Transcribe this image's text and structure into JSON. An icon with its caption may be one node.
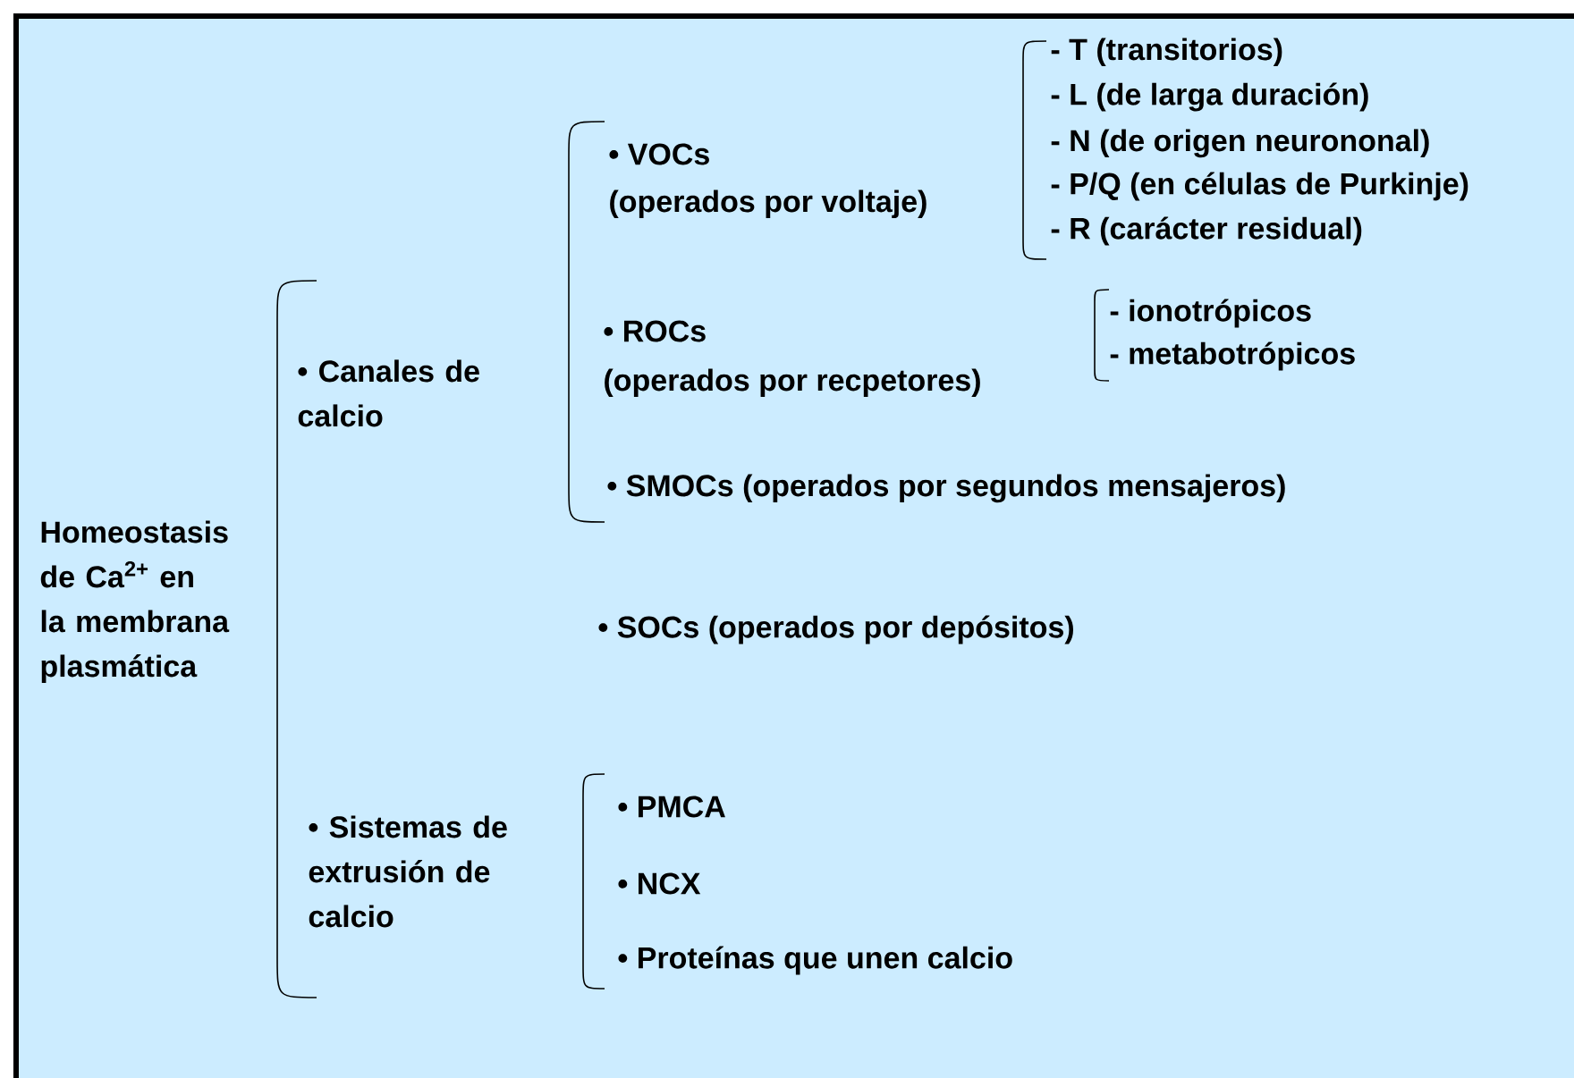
{
  "diagram": {
    "labels": [
      "- T (transitorios)",
      "- L (de larga duración)",
      "- N (de origen neurononal)",
      "- P/Q (en células de Purkinje)",
      "- R (carácter residual)",
      "• VOCs",
      "(operados por voltaje)",
      "- ionotrópicos",
      "- metabotrópicos",
      "• ROCs",
      "(operados por recpetores)",
      "• Canales de calcio",
      "• SMOCs (operados por segundos mensajeros)",
      "Homeostasis de Ca$^{2+}$ en la membrana plasmática",
      "• SOCs (operados por depósitos)",
      "• PMCA",
      "• Sistemas de extrusión de calcio",
      "• NCX",
      "• Proteínas que unen calcio"
    ]
  }
}
